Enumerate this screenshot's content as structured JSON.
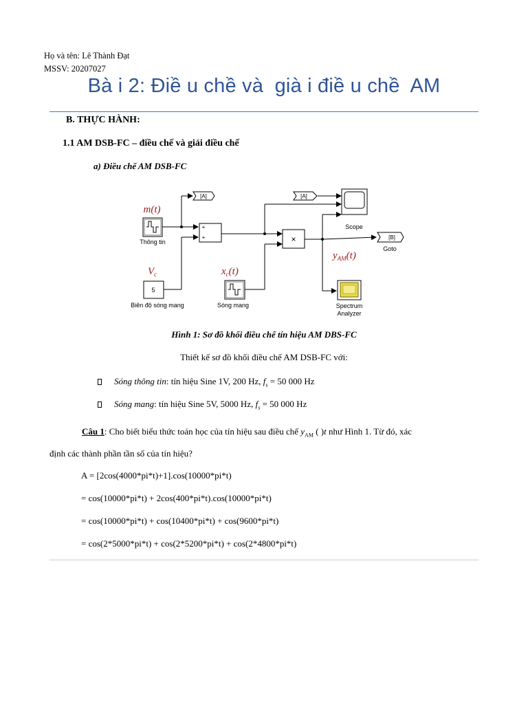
{
  "header": {
    "student_name": "Họ và tên: Lê Thành Đạt",
    "student_id": "MSSV: 20207027",
    "title": "Bà i 2: Điề u chề và  già i điề u chề  AM"
  },
  "section_b": "B. THỰC HÀNH:",
  "section_1_1": "1.1 AM DSB-FC – điều chế và giải điều chế",
  "sub_a": "a) Điều chế AM DSB-FC",
  "diagram": {
    "m_label": "m(t)",
    "vc_label": "V",
    "vc_sub": "c",
    "xc_label": "x",
    "xc_sub": "c",
    "xc_arg": "(t)",
    "yam_label": "y",
    "yam_sub": "AM",
    "yam_arg": "(t)",
    "thong_tin": "Thông tin",
    "bien_do": "Biên độ sóng mang",
    "song_mang": "Sóng mang",
    "const_value": "5",
    "goto_a1": "[A]",
    "goto_a2": "[A]",
    "goto_b": "[B]",
    "goto_label": "Goto",
    "scope_label": "Scope",
    "spectrum_label_1": "Spectrum",
    "spectrum_label_2": "Analyzer",
    "sum_plus_1": "+",
    "sum_plus_2": "+",
    "product_symbol": "×"
  },
  "figure_caption": "Hình 1: Sơ đồ khối điều chế tín hiệu AM DBS-FC",
  "design_intro": "Thiết kế sơ đồ khối điều chế AM DSB-FC với:",
  "bullets": [
    {
      "term": "Sóng thông tin",
      "text": ": tín hiệu Sine 1V, 200 Hz, ",
      "fs": "f",
      "fs_sub": "s",
      "rate": " = 50 000 Hz"
    },
    {
      "term": "Sóng mang",
      "text": ": tín hiệu Sine 5V, 5000 Hz, ",
      "fs": "f",
      "fs_sub": "s",
      "rate": " = 50 000 Hz"
    }
  ],
  "question": {
    "label": "Câu 1",
    "text_1": ": Cho biết biểu thức toán học của tín hiệu sau điều chế ",
    "math_y": "y",
    "math_sub": "AM",
    "math_paren": " ( )",
    "math_t": "t",
    "text_2": " như Hình 1. Từ đó, xác",
    "line_2": "định các thành phần tần số của tín hiệu?"
  },
  "equations": [
    "A = [2cos(4000*pi*t)+1].cos(10000*pi*t)",
    "= cos(10000*pi*t) + 2cos(400*pi*t).cos(10000*pi*t)",
    "= cos(10000*pi*t) + cos(10400*pi*t) + cos(9600*pi*t)",
    "= cos(2*5000*pi*t) + cos(2*5200*pi*t) + cos(2*4800*pi*t)"
  ]
}
